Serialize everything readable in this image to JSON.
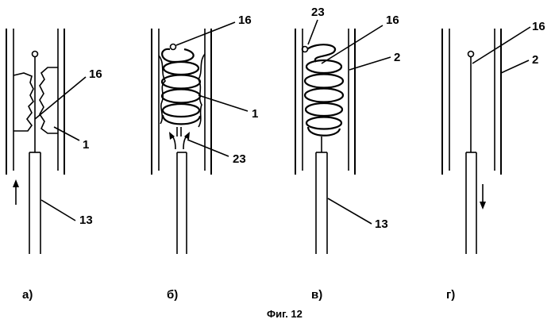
{
  "panels": [
    {
      "id": "a",
      "caption": "а)",
      "labels": {
        "electrode": "16",
        "deposit": "1",
        "tube": "13"
      }
    },
    {
      "id": "b",
      "caption": "б)",
      "labels": {
        "electrode": "16",
        "deposit": "1",
        "flow": "23"
      }
    },
    {
      "id": "v",
      "caption": "в)",
      "labels": {
        "flow": "23",
        "electrode": "16",
        "wall": "2",
        "tube": "13"
      }
    },
    {
      "id": "g",
      "caption": "г)",
      "labels": {
        "electrode": "16",
        "wall": "2"
      }
    }
  ],
  "figure_caption": "Фиг. 12",
  "icons": [
    "up-arrow-icon",
    "down-arrow-icon",
    "flow-arrow-icon",
    "spiral-icon"
  ]
}
